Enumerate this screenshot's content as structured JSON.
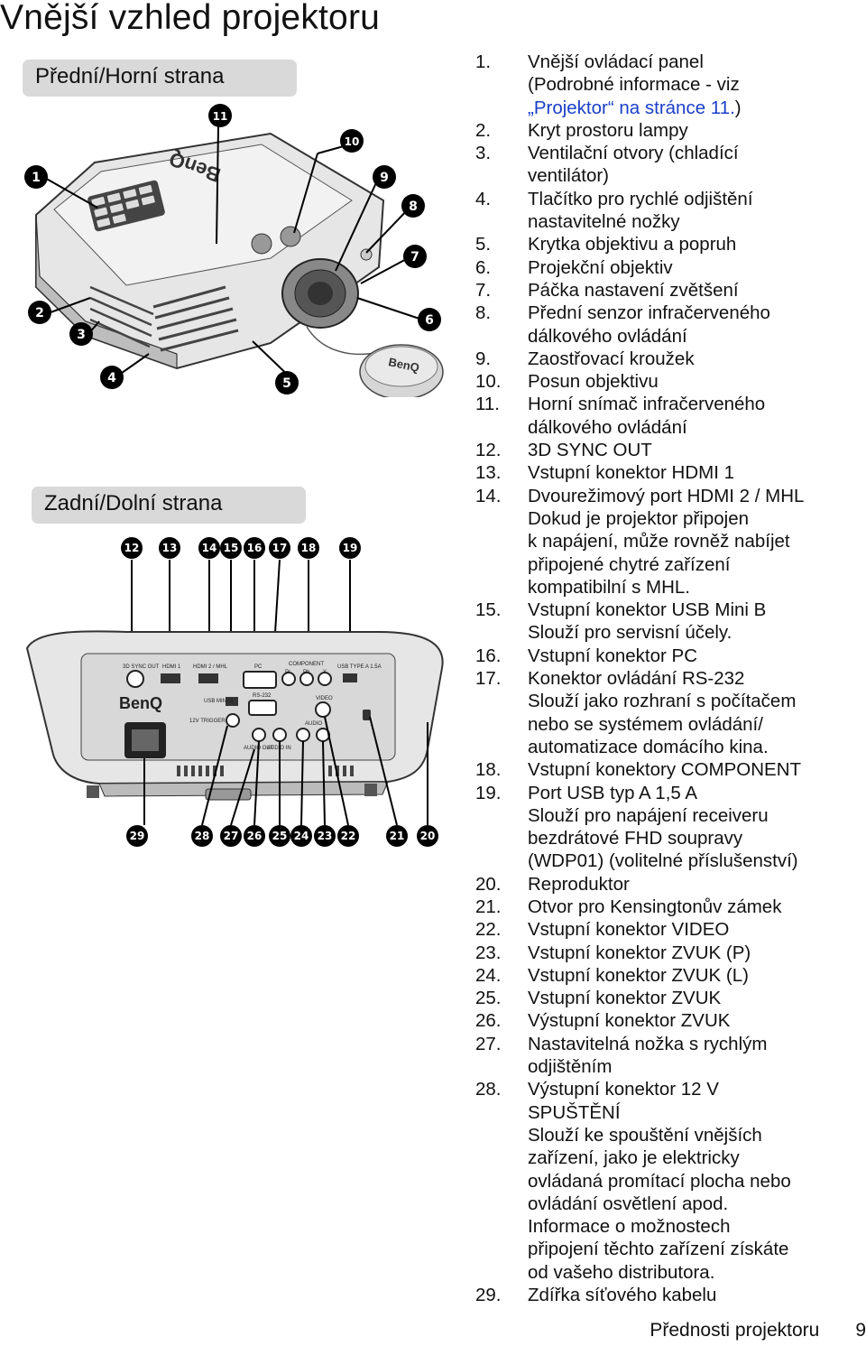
{
  "page": {
    "title": "Vnější vzhled projektoru",
    "sections": {
      "front": "Přední/Horní strana",
      "rear": "Zadní/Dolní strana"
    }
  },
  "diagram_front": {
    "callouts": [
      "1",
      "2",
      "3",
      "4",
      "5",
      "6",
      "7",
      "8",
      "9",
      "10",
      "11"
    ],
    "brand": "BenQ"
  },
  "diagram_rear": {
    "callouts_top": [
      "12",
      "13",
      "14",
      "15",
      "16",
      "17",
      "18",
      "19"
    ],
    "callouts_bottom": [
      "29",
      "28",
      "27",
      "26",
      "25",
      "24",
      "23",
      "22",
      "21",
      "20"
    ],
    "brand": "BenQ",
    "port_labels": {
      "sync": "3D SYNC OUT",
      "hdmi1": "HDMI 1",
      "hdmi2": "HDMI 2 / MHL",
      "pc": "PC",
      "component": "COMPONENT",
      "usb": "USB TYPE A 1.5A",
      "rs232": "RS-232",
      "usbmini": "USB MINI-B",
      "trigger": "12V TRIGGER",
      "video": "VIDEO",
      "audio": "AUDIO",
      "audio_out": "AUDIO OUT",
      "audio_in": "AUDIO IN",
      "pr": "Pr",
      "pb": "Pb",
      "y": "Y"
    }
  },
  "legend": [
    {
      "num": "1.",
      "lines": [
        "Vnější ovládací panel",
        "(Podrobné informace - viz"
      ],
      "link": "„Projektor“ na stránce 11.",
      "after_link": ")"
    },
    {
      "num": "2.",
      "lines": [
        "Kryt prostoru lampy"
      ]
    },
    {
      "num": "3.",
      "lines": [
        "Ventilační otvory (chladící",
        "ventilátor)"
      ]
    },
    {
      "num": "4.",
      "lines": [
        "Tlačítko pro rychlé odjištění",
        "nastavitelné nožky"
      ]
    },
    {
      "num": "5.",
      "lines": [
        "Krytka objektivu a popruh"
      ]
    },
    {
      "num": "6.",
      "lines": [
        "Projekční objektiv"
      ]
    },
    {
      "num": "7.",
      "lines": [
        "Páčka nastavení zvětšení"
      ]
    },
    {
      "num": "8.",
      "lines": [
        "Přední senzor infračerveného",
        "dálkového ovládání"
      ]
    },
    {
      "num": "9.",
      "lines": [
        "Zaostřovací kroužek"
      ]
    },
    {
      "num": "10.",
      "lines": [
        "Posun objektivu"
      ]
    },
    {
      "num": "11.",
      "lines": [
        "Horní snímač infračerveného",
        "dálkového ovládání"
      ]
    },
    {
      "num": "12.",
      "lines": [
        "3D SYNC OUT"
      ]
    },
    {
      "num": "13.",
      "lines": [
        "Vstupní konektor HDMI 1"
      ]
    },
    {
      "num": "14.",
      "lines": [
        "Dvourežimový port HDMI 2 / MHL",
        "Dokud je projektor připojen",
        "k napájení, může rovněž nabíjet",
        "připojené chytré zařízení",
        "kompatibilní s MHL."
      ]
    },
    {
      "num": "15.",
      "lines": [
        "Vstupní konektor USB Mini B",
        "Slouží pro servisní účely."
      ]
    },
    {
      "num": "16.",
      "lines": [
        "Vstupní konektor PC"
      ]
    },
    {
      "num": "17.",
      "lines": [
        "Konektor ovládání RS-232",
        "Slouží jako rozhraní s počítačem",
        "nebo se systémem ovládání/",
        "automatizace domácího kina."
      ]
    },
    {
      "num": "18.",
      "lines": [
        "Vstupní konektory COMPONENT"
      ]
    },
    {
      "num": "19.",
      "lines": [
        "Port USB typ A 1,5 A",
        "Slouží pro napájení receiveru",
        "bezdrátové FHD soupravy",
        "(WDP01) (volitelné příslušenství)"
      ]
    },
    {
      "num": "20.",
      "lines": [
        "Reproduktor"
      ]
    },
    {
      "num": "21.",
      "lines": [
        "Otvor pro Kensingtonův zámek"
      ]
    },
    {
      "num": "22.",
      "lines": [
        "Vstupní konektor VIDEO"
      ]
    },
    {
      "num": "23.",
      "lines": [
        "Vstupní konektor ZVUK (P)"
      ]
    },
    {
      "num": "24.",
      "lines": [
        "Vstupní konektor ZVUK (L)"
      ]
    },
    {
      "num": "25.",
      "lines": [
        "Vstupní konektor ZVUK"
      ]
    },
    {
      "num": "26.",
      "lines": [
        "Výstupní konektor ZVUK"
      ]
    },
    {
      "num": "27.",
      "lines": [
        "Nastavitelná nožka s rychlým",
        "odjištěním"
      ]
    },
    {
      "num": "28.",
      "lines": [
        "Výstupní konektor 12 V",
        "SPUŠTĚNÍ",
        "Slouží ke spouštění vnějších",
        "zařízení, jako je elektricky",
        "ovládaná promítací plocha nebo",
        "ovládání osvětlení apod.",
        "Informace o možnostech",
        "připojení těchto zařízení získáte",
        "od vašeho distributora."
      ]
    },
    {
      "num": "29.",
      "lines": [
        "Zdířka síťového kabelu"
      ]
    }
  ],
  "footer": {
    "section": "Přednosti projektoru",
    "page_number": "9"
  }
}
